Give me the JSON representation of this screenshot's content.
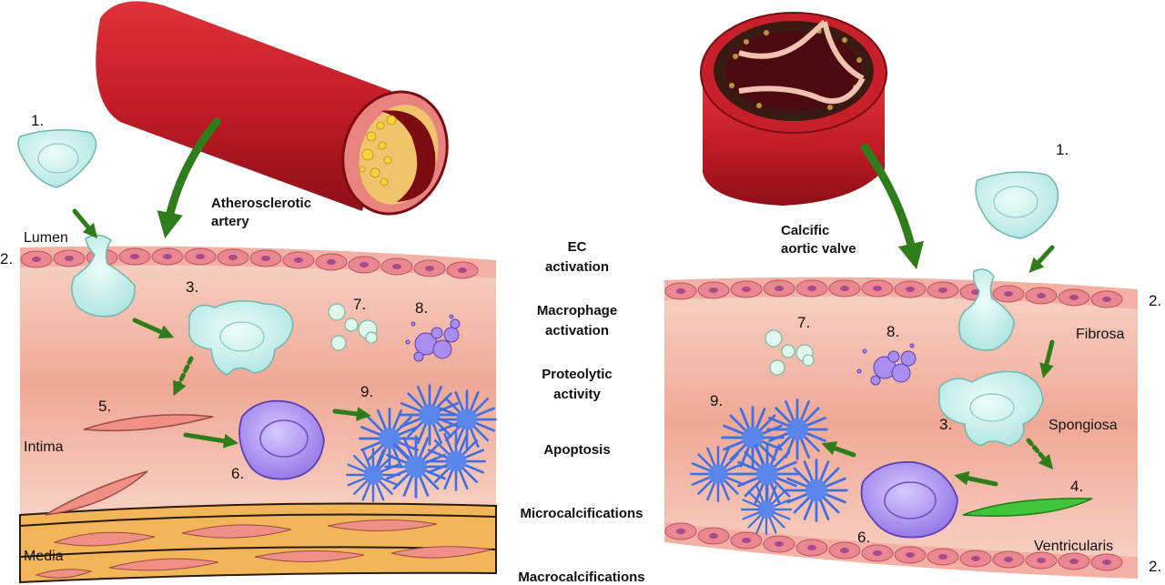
{
  "left_panel": {
    "title_line1": "Atherosclerotic",
    "title_line2": "artery",
    "lumen": "Lumen",
    "intima": "Intima",
    "media": "Media",
    "n1": "1.",
    "n2": "2.",
    "n3": "3.",
    "n5": "5.",
    "n6": "6.",
    "n7": "7.",
    "n8": "8.",
    "n9": "9."
  },
  "right_panel": {
    "title_line1": "Calcific",
    "title_line2": "aortic valve",
    "fibrosa": "Fibrosa",
    "spongiosa": "Spongiosa",
    "ventricularis": "Ventricularis",
    "n1": "1.",
    "n2_top": "2.",
    "n2_bottom": "2.",
    "n3": "3.",
    "n4": "4.",
    "n6": "6.",
    "n7": "7.",
    "n8": "8.",
    "n9": "9."
  },
  "steps": {
    "ec_1": "EC",
    "ec_2": "activation",
    "macro_1": "Macrophage",
    "macro_2": "activation",
    "prot_1": "Proteolytic",
    "prot_2": "activity",
    "apoptosis": "Apoptosis",
    "microcalc": "Microcalcifications",
    "macrocalc": "Macrocalcifications"
  },
  "colors": {
    "vessel_red": "#c8202a",
    "tissue_pink": "#f3b6a6",
    "endothelial": "#e9828a",
    "monocyte_cyan": "#c9f1ee",
    "macrophage_purple": "#a98ef0",
    "calcification_blue": "#3f6fe0",
    "arrow_green": "#2f7d1a",
    "media_orange": "#f2b557",
    "myofibroblast_green": "#3fc63a"
  }
}
